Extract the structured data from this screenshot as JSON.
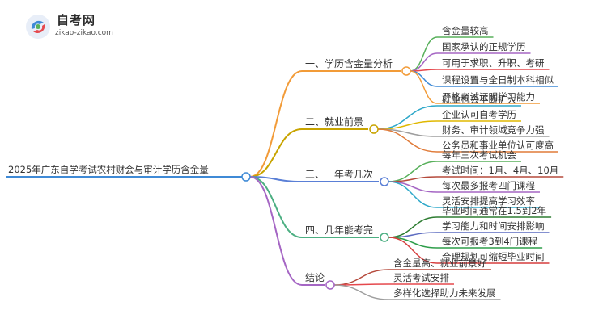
{
  "logo": {
    "cn": "自考网",
    "en": "zikao-zikao.com"
  },
  "root": {
    "label": "2025年广东自学考试农村财会与审计学历含金量"
  },
  "branches": [
    {
      "label": "一、学历含金量分析",
      "color": "#f29b38",
      "leaves": [
        {
          "label": "含金量较高",
          "color": "#58b05b"
        },
        {
          "label": "国家承认的正规学历",
          "color": "#a566c4"
        },
        {
          "label": "可用于求职、升职、考研",
          "color": "#e5484d"
        },
        {
          "label": "课程设置与全日制本科相似",
          "color": "#3f8ad6"
        },
        {
          "label": "严格考试证明学习能力",
          "color": "#f29b38"
        }
      ]
    },
    {
      "label": "二、就业前景",
      "color": "#c8a400",
      "leaves": [
        {
          "label": "就业机会不断扩大",
          "color": "#2ea8c9"
        },
        {
          "label": "企业认可自考学历",
          "color": "#e0b800"
        },
        {
          "label": "财务、审计领域竞争力强",
          "color": "#9e9e9e"
        },
        {
          "label": "公务员和事业单位认可度高",
          "color": "#e07b39"
        }
      ]
    },
    {
      "label": "三、一年考几次",
      "color": "#5a7fd6",
      "leaves": [
        {
          "label": "每年三次考试机会",
          "color": "#58b05b"
        },
        {
          "label": "考试时间：1月、4月、10月",
          "color": "#b54a3c"
        },
        {
          "label": "每次最多报考四门课程",
          "color": "#a566c4"
        },
        {
          "label": "灵活安排提高学习效率",
          "color": "#2ea8c9"
        }
      ]
    },
    {
      "label": "四、几年能考完",
      "color": "#4caf82",
      "leaves": [
        {
          "label": "毕业时间通常在1.5到2年",
          "color": "#2e7d32"
        },
        {
          "label": "学习能力和时间安排影响",
          "color": "#5c6bc0"
        },
        {
          "label": "每次可报考3到4门课程",
          "color": "#2e9e4a"
        },
        {
          "label": "合理规划可缩短毕业时间",
          "color": "#d63d3d"
        }
      ]
    },
    {
      "label": "结论",
      "color": "#a566c4",
      "leaves": [
        {
          "label": "含金量高、就业前景好",
          "color": "#b54a3c"
        },
        {
          "label": "灵活考试安排",
          "color": "#e5484d"
        },
        {
          "label": "多样化选择助力未来发展",
          "color": "#9e9e9e"
        }
      ]
    }
  ]
}
